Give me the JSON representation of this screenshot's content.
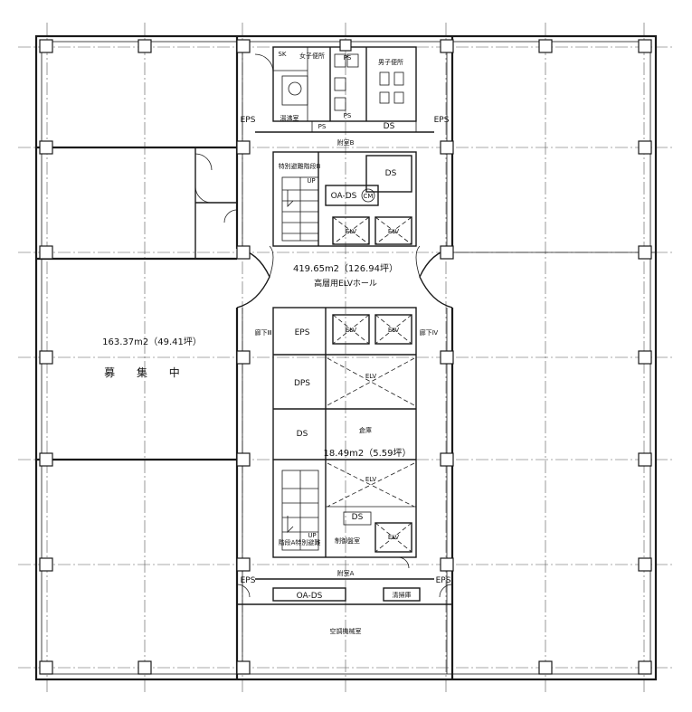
{
  "labels": {
    "area_left": "163.37m2（49.41坪）",
    "recruit": "募 集 中",
    "area_hall": "419.65m2（126.94坪）",
    "hall": "高層用ELVホール",
    "area_core": "18.49m2（5.59坪）",
    "eps": "EPS",
    "dps": "DPS",
    "ds": "DS",
    "oa_ds": "OA-DS",
    "elv": "ELV",
    "ps": "PS",
    "sk": "SK",
    "womens_wc": "女子便所",
    "mens_wc": "男子便所",
    "kitchen": "湯沸室",
    "vestibule_b": "附室B",
    "vestibule_a": "附室A",
    "stair_top": "特別避難階段B",
    "stair_bottom": "階段A特別避難",
    "corridor_3": "廊下Ⅲ",
    "corridor_4": "廊下Ⅳ",
    "storage": "倉庫",
    "control_room": "制御盤室",
    "cleaning": "清掃庫",
    "ac_room": "空調機械室",
    "cm": "CM",
    "up": "UP"
  }
}
